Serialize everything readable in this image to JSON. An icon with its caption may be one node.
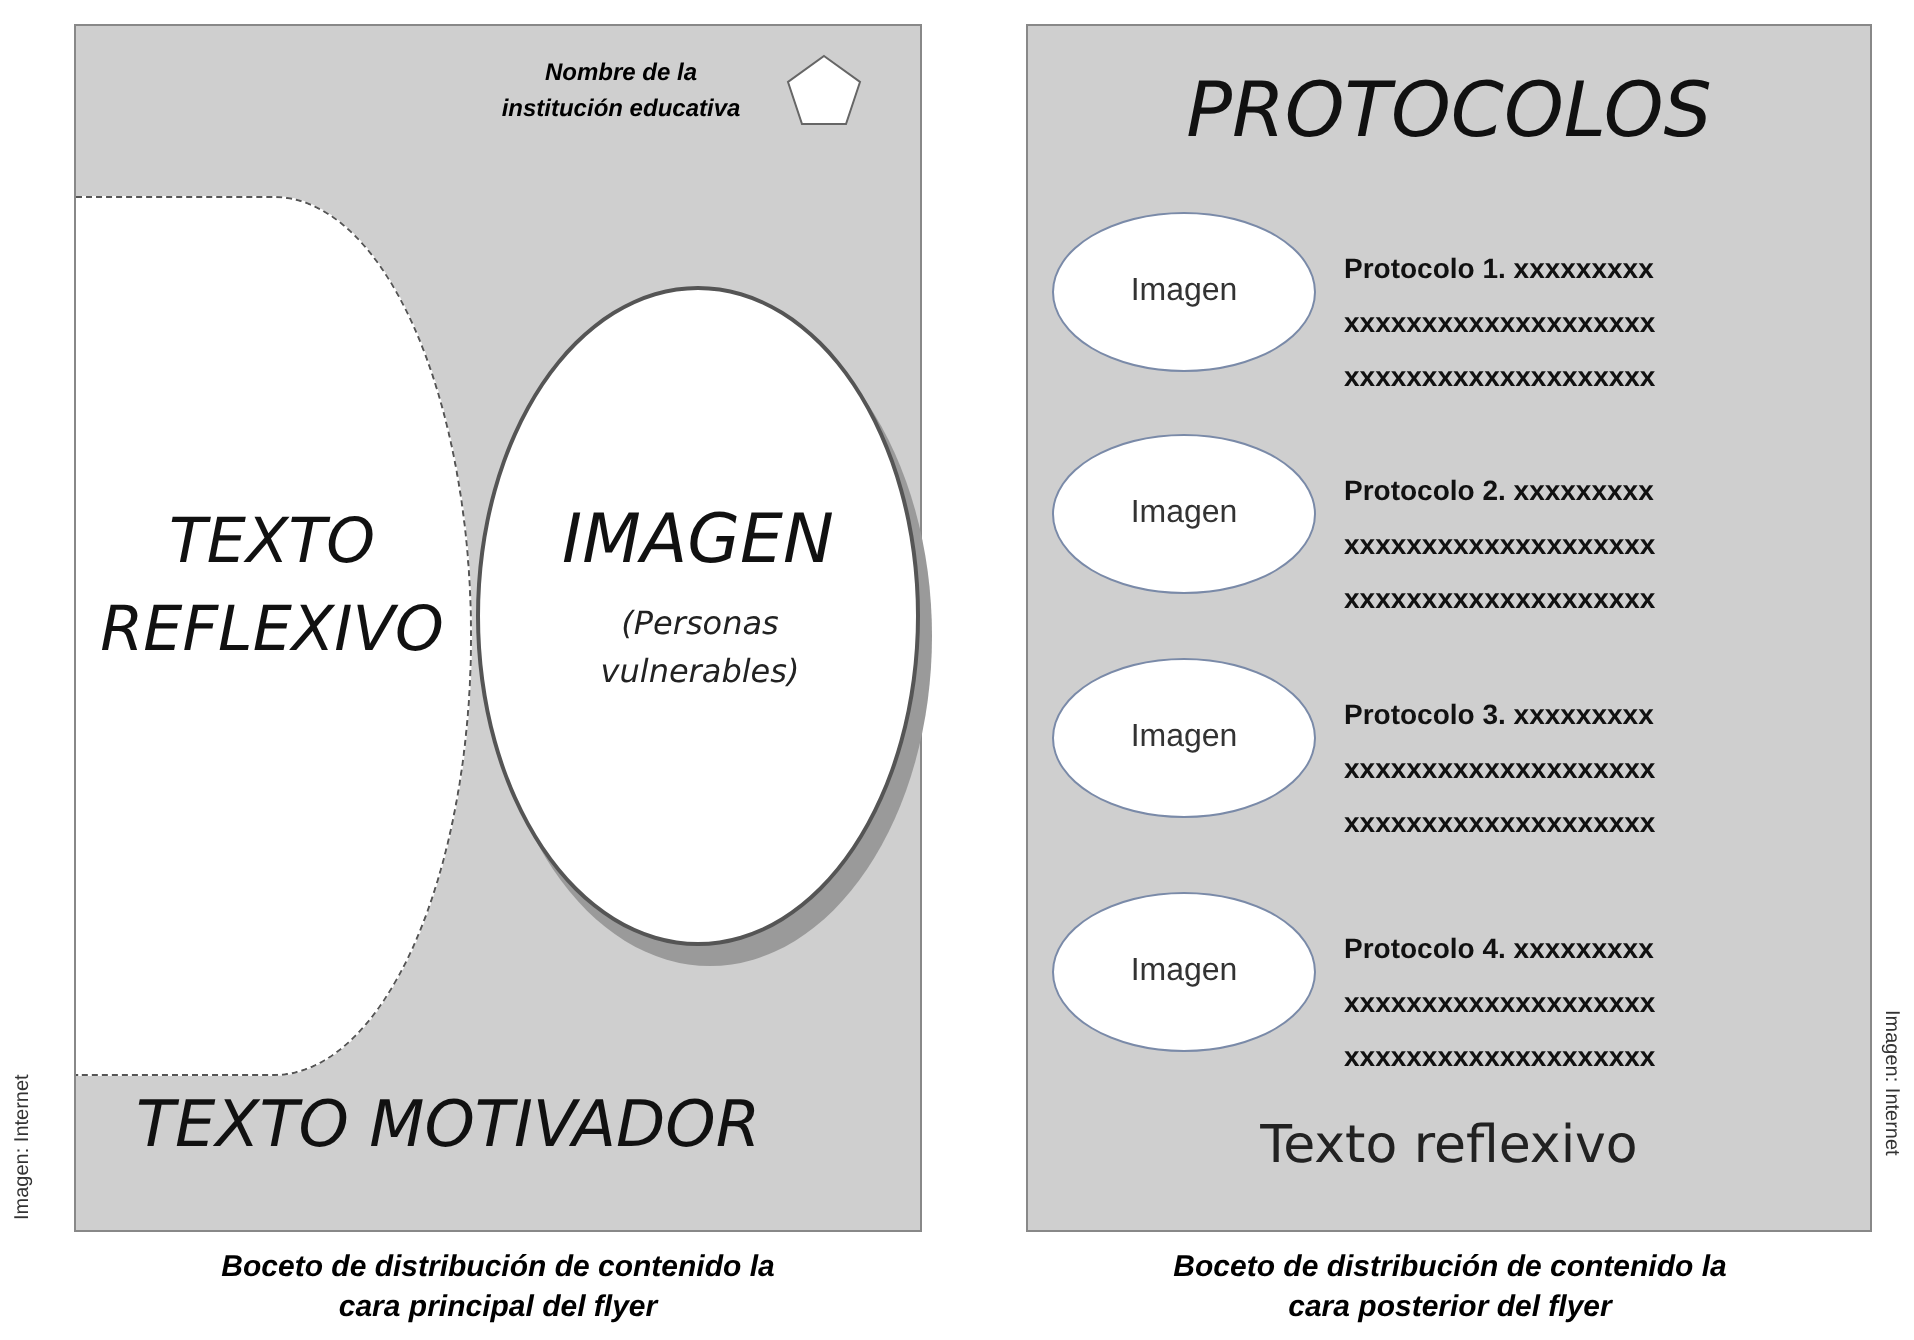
{
  "diagram": {
    "nodes": [
      {
        "text": [],
        "shape": "box"
      },
      {
        "text": [
          "TEXTO REFLEXIVO"
        ],
        "in": 0
      },
      {
        "text": [
          "IMAGEN",
          "(Personas vulnerables)"
        ],
        "in": 0
      },
      {
        "text": [
          "PROTOCOLOS"
        ]
      },
      {
        "text": [
          "Imagen"
        ],
        "in": 3
      },
      {
        "text": [
          "Imagen"
        ],
        "in": 3
      },
      {
        "text": [
          "Imagen"
        ],
        "in": 3
      },
      {
        "text": [
          "Imagen"
        ],
        "in": 3
      }
    ],
    "edges": [],
    "labels": [
      "Nombre de la institución educativa",
      "TEXTO MOTIVADOR",
      "Protocolo 1. xxxxxxxxx xxxxxxxxxxxxxxxxxxxx xxxxxxxxxxxxxxxxxxxx",
      "Protocolo 2. xxxxxxxxx xxxxxxxxxxxxxxxxxxxx xxxxxxxxxxxxxxxxxxxx",
      "Protocolo 3. xxxxxxxxx xxxxxxxxxxxxxxxxxxxx xxxxxxxxxxxxxxxxxxxx",
      "Protocolo 4. xxxxxxxxx xxxxxxxxxxxxxxxxxxxx xxxxxxxxxxxxxxxxxxxx",
      "Texto reflexivo",
      "Imagen: Internet",
      "Imagen: Internet",
      "Boceto de distribución de contenido la cara principal del flyer",
      "Boceto de distribución de contenido la cara posterior del flyer"
    ]
  }
}
